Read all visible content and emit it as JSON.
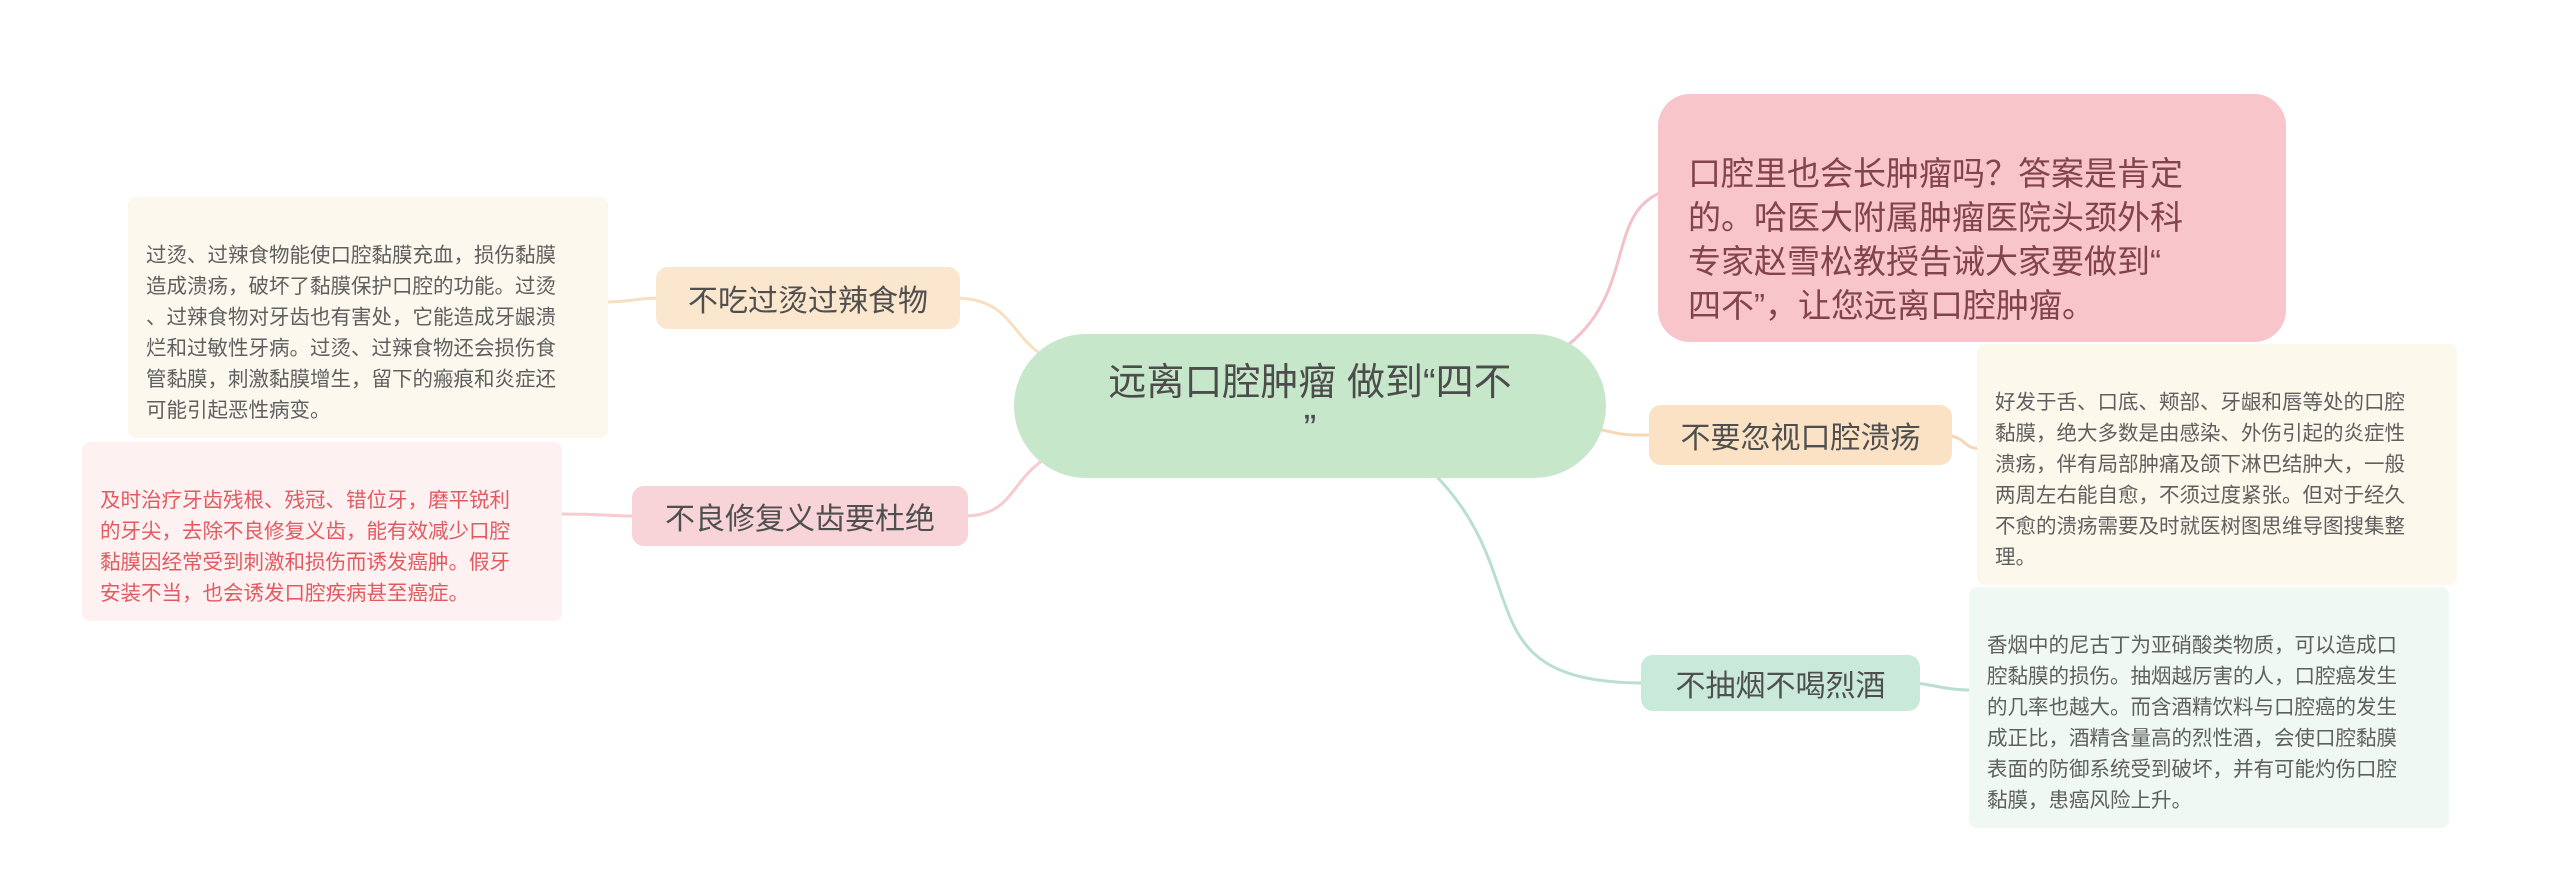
{
  "colors": {
    "background": "#ffffff",
    "central_bg": "#c7e7cb",
    "central_text": "#4c4c4c",
    "intro_bg": "#f7c5ca",
    "intro_text": "#82434a",
    "node_text": "#4f4f4f",
    "note_text": "#5f5f5f",
    "nodes": {
      "food_bg": "#fbe7cd",
      "denture_bg": "#f8d3d8",
      "ulcer_bg": "#fbe2c4",
      "smoke_bg": "#c9e9da"
    },
    "notes": {
      "hot_bg": "#fcf8ee",
      "denture_bg": "#fdf1f2",
      "denture_text": "#e25a60",
      "ulcer_bg": "#fdf8ec",
      "smoke_bg": "#eff8f3"
    },
    "edges": {
      "intro": "#f2c2c8",
      "food": "#f6e0c0",
      "denture": "#f4ccd2",
      "ulcer": "#f6d8b4",
      "smoke": "#badfd0"
    }
  },
  "central": {
    "label": "远离口腔肿瘤 做到“四不\n”"
  },
  "intro": {
    "text": "口腔里也会长肿瘤吗？答案是肯定\n的。哈医大附属肿瘤医院头颈外科\n专家赵雪松教授告诫大家要做到“\n四不”，让您远离口腔肿瘤。"
  },
  "branches": {
    "food": {
      "label": "不吃过烫过辣食物",
      "note": "过烫、过辣食物能使口腔黏膜充血，损伤黏膜\n造成溃疡，破坏了黏膜保护口腔的功能。过烫\n、过辣食物对牙齿也有害处，它能造成牙龈溃\n烂和过敏性牙病。过烫、过辣食物还会损伤食\n管黏膜，刺激黏膜增生，留下的瘢痕和炎症还\n可能引起恶性病变。"
    },
    "denture": {
      "label": "不良修复义齿要杜绝",
      "note": "及时治疗牙齿残根、残冠、错位牙，磨平锐利\n的牙尖，去除不良修复义齿，能有效减少口腔\n黏膜因经常受到刺激和损伤而诱发癌肿。假牙\n安装不当，也会诱发口腔疾病甚至癌症。"
    },
    "ulcer": {
      "label": "不要忽视口腔溃疡",
      "note": "好发于舌、口底、颊部、牙龈和唇等处的口腔\n黏膜，绝大多数是由感染、外伤引起的炎症性\n溃疡，伴有局部肿痛及颌下淋巴结肿大，一般\n两周左右能自愈，不须过度紧张。但对于经久\n不愈的溃疡需要及时就医树图思维导图搜集整\n理。"
    },
    "smoke": {
      "label": "不抽烟不喝烈酒",
      "note": "香烟中的尼古丁为亚硝酸类物质，可以造成口\n腔黏膜的损伤。抽烟越厉害的人，口腔癌发生\n的几率也越大。而含酒精饮料与口腔癌的发生\n成正比，酒精含量高的烈性酒，会使口腔黏膜\n表面的防御系统受到破坏，并有可能灼伤口腔\n黏膜，患癌风险上升。"
    }
  }
}
